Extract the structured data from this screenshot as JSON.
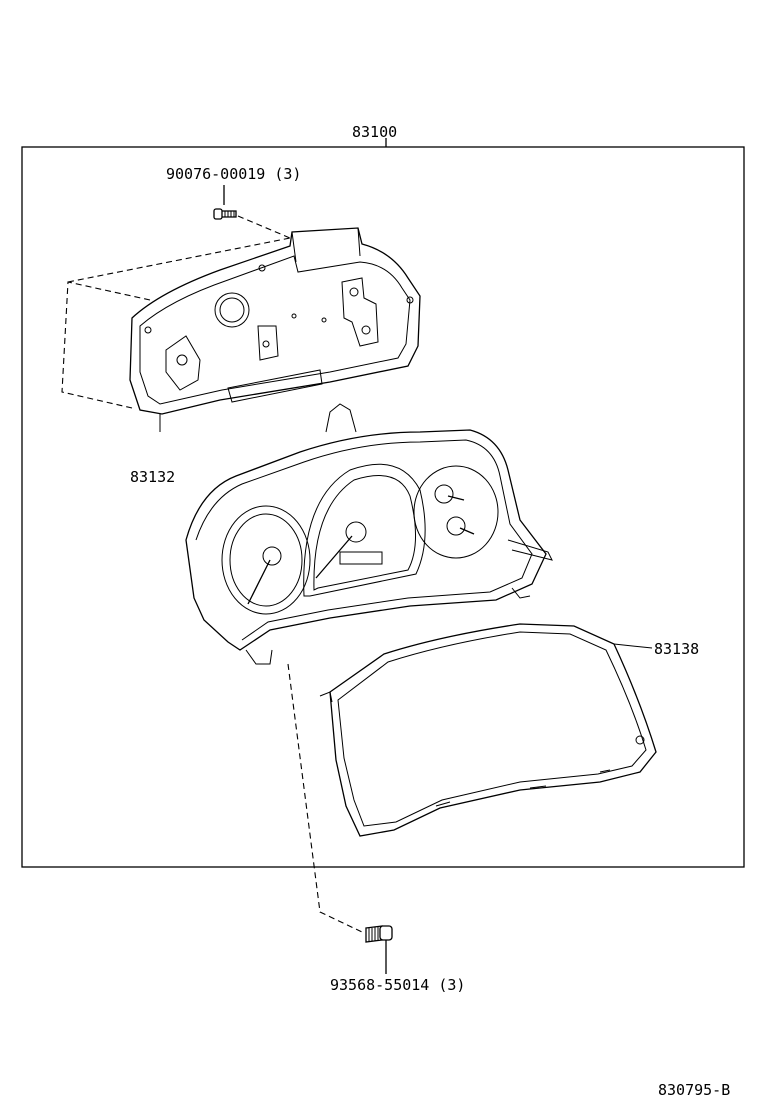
{
  "diagram": {
    "labels": {
      "assembly": "83100",
      "screw_top": "90076-00019 (3)",
      "case_back": "83132",
      "lens": "83138",
      "screw_bottom": "93568-55014 (3)",
      "figure_id": "830795-B"
    }
  }
}
